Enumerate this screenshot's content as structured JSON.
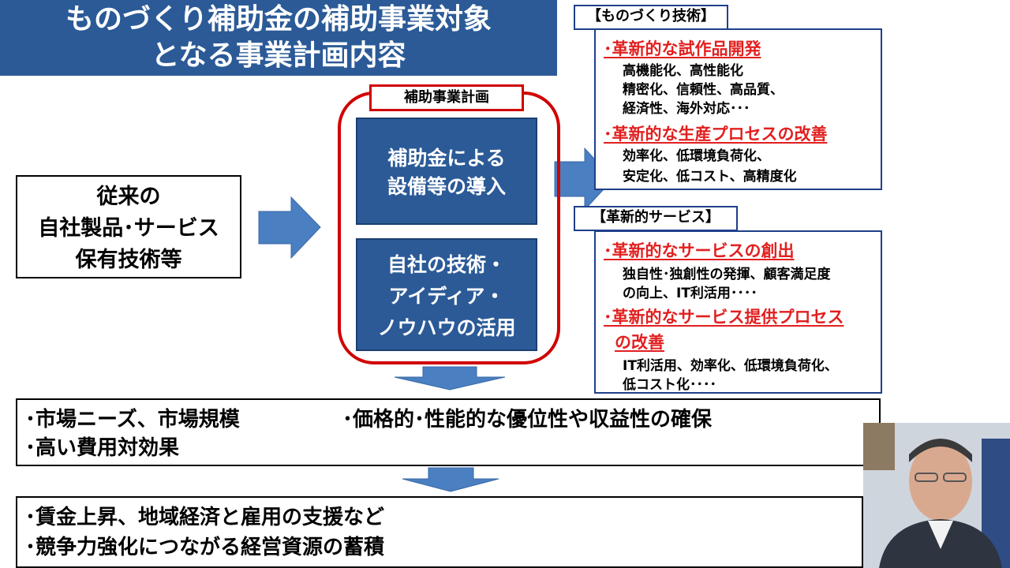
{
  "title": {
    "line1": "ものづくり補助金の補助事業対象",
    "line2": "となる事業計画内容"
  },
  "source": {
    "line1": "従来の",
    "line2": "自社製品･サービス",
    "line3": "保有技術等"
  },
  "plan": {
    "label": "補助事業計画",
    "box1": {
      "line1": "補助金による",
      "line2": "設備等の導入"
    },
    "box2": {
      "line1": "自社の技術・",
      "line2": "アイディア・",
      "line3": "ノウハウの活用"
    }
  },
  "tech": {
    "tag": "【ものづくり技術】",
    "head1": "･革新的な試作品開発",
    "detail1": [
      "高機能化、高性能化",
      "精密化、信頼性、高品質、",
      "経済性、海外対応･･･"
    ],
    "head2": "･革新的な生産プロセスの改善",
    "detail2": [
      "効率化、低環境負荷化、",
      "安定化、低コスト、高精度化"
    ]
  },
  "service": {
    "tag": "【革新的サービス】",
    "head1": "･革新的なサービスの創出",
    "detail1": [
      "独自性･独創性の発揮、顧客満足度",
      "の向上、IT利活用････"
    ],
    "head2_line1": "･革新的なサービス提供プロセス",
    "head2_line2": "の改善",
    "detail2": [
      "IT利活用、効率化、低環境負荷化、",
      "低コスト化････"
    ]
  },
  "merit": {
    "item1": "･市場ニーズ、市場規模",
    "item2": "･価格的･性能的な優位性や収益性の確保",
    "item3": "･高い費用対効果"
  },
  "impact": {
    "item1": "･賃金上昇、地域経済と雇用の支援など",
    "item2": "･競争力強化につながる経営資源の蓄積"
  },
  "colors": {
    "banner": "#2b5a97",
    "arrow": "#4a7fc1",
    "plan_frame": "#d00000",
    "red_heading": "#e21f1f",
    "panel_border": "#1f3f8a"
  }
}
